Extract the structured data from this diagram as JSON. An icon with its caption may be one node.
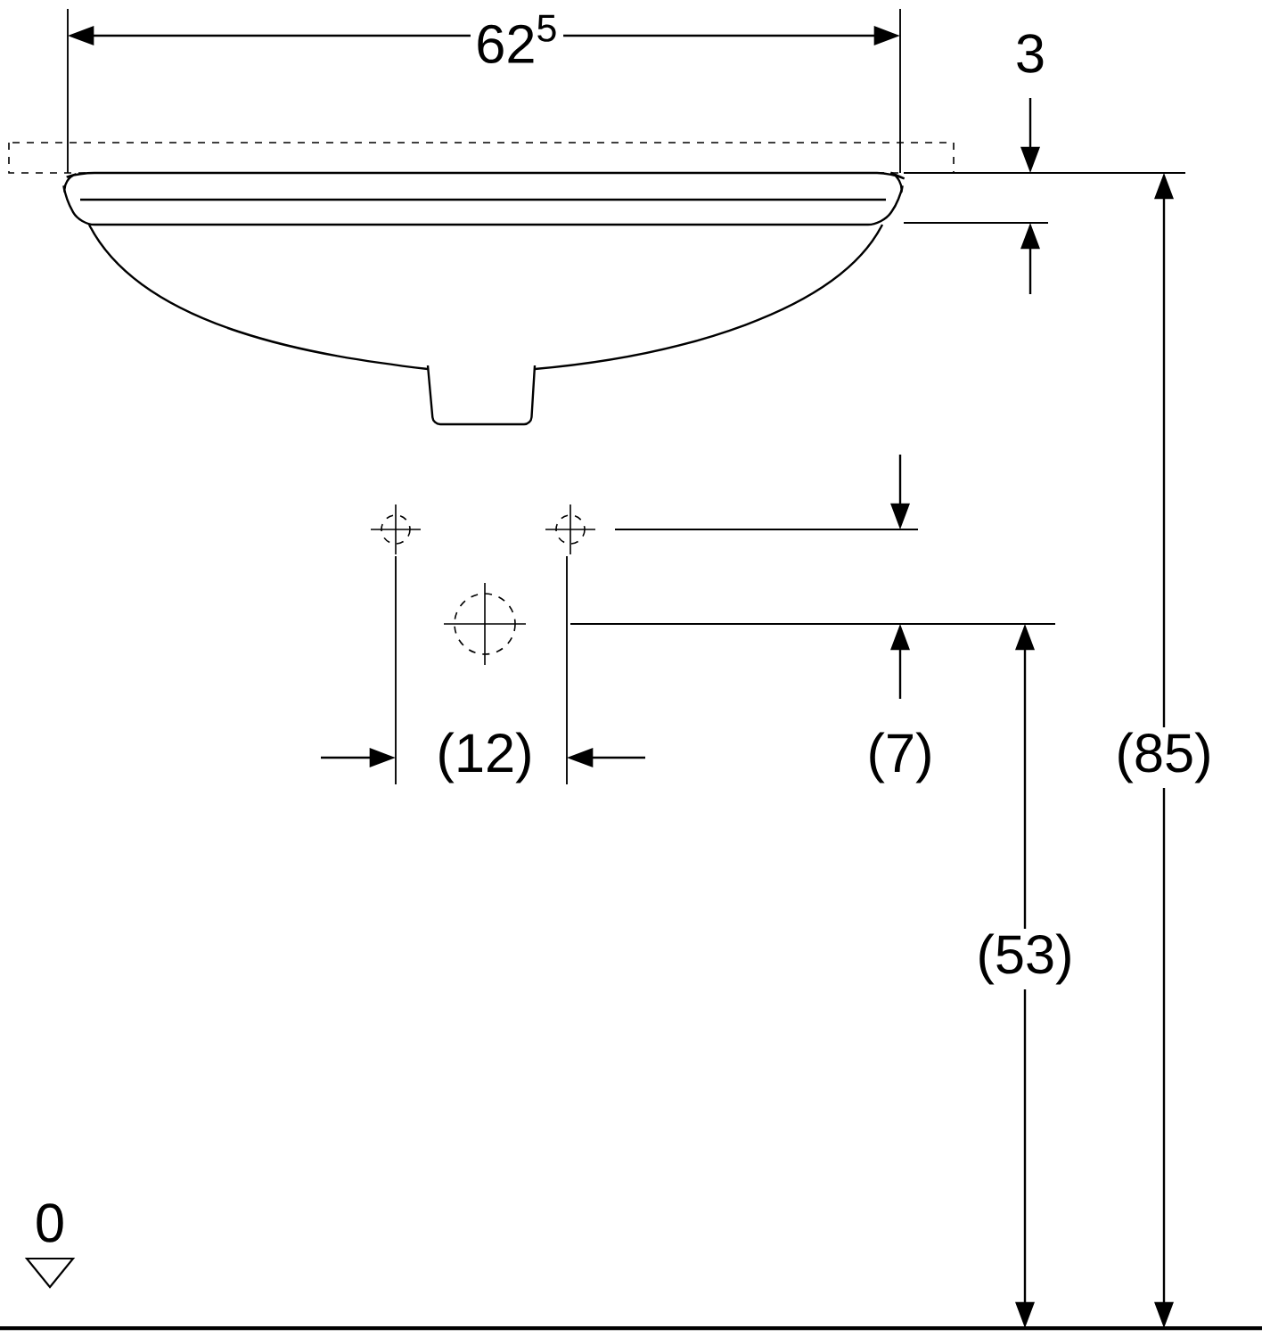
{
  "diagram": {
    "labels": [
      "62$^{5}$",
      "3",
      "(12)",
      "(7)",
      "(85)",
      "(53)",
      "0"
    ]
  }
}
